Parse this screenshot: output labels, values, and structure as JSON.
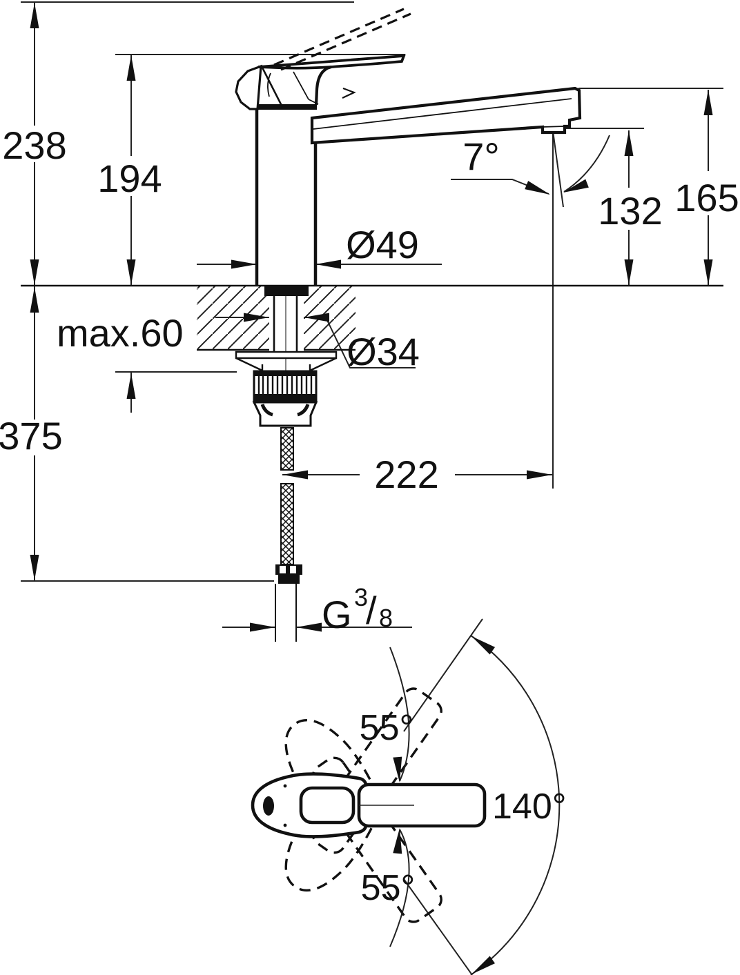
{
  "drawing": {
    "type": "technical-dimension-drawing",
    "subject": "single-lever kitchen faucet, side elevation and handle swivel top view",
    "colors": {
      "line": "#111111",
      "background": "#ffffff"
    },
    "side_view": {
      "dims": {
        "overall_height": "238",
        "lever_height": "194",
        "spout_tip_height": "165",
        "outlet_height": "132",
        "spray_angle": "7°",
        "body_diameter": "Ø49",
        "max_deck_thickness": "max.60",
        "hole_diameter": "Ø34",
        "below_deck_length": "375",
        "spout_reach": "222",
        "thread_letter": "G",
        "thread_numerator": "3",
        "thread_slash": "/",
        "thread_denominator": "8"
      }
    },
    "top_view": {
      "dims": {
        "swivel_upper": "55°",
        "swivel_total": "140°",
        "swivel_lower": "55°"
      }
    }
  }
}
